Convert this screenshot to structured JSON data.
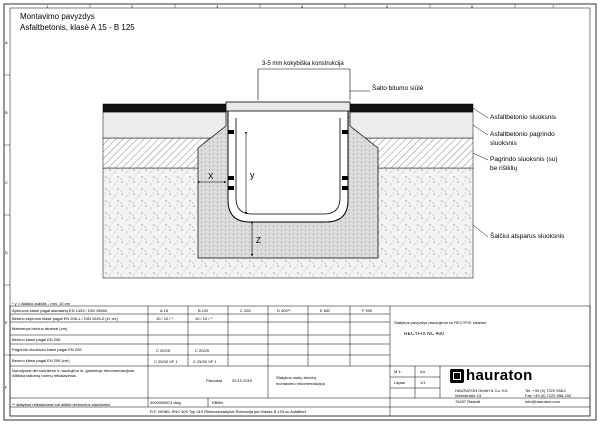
{
  "title": {
    "line1": "Montavimo pavyzdys",
    "line2": "Asfaltbetonis, klasė A 15 - B 125"
  },
  "annotations": {
    "construction": "3-5 mm kokybiška konstrukcija",
    "seam": "Šalto bitumo siūlė",
    "asphalt_layer": "Asfaltbetonio sluoksnis",
    "asphalt_base_1": "Asfaltbetonio pagrindo",
    "asphalt_base_2": "sluoksnis",
    "base_1": "Pagrindo sluoksnis (su)",
    "base_2": "be rišiklių",
    "frost_layer": "Šalčiui atsparus sluoksnis"
  },
  "dimensions": {
    "x": "X",
    "y": "y",
    "z": "Z"
  },
  "border_marks": {
    "top": [
      "1",
      "2",
      "3",
      "4",
      "5",
      "6",
      "7"
    ],
    "side": [
      "A",
      "B",
      "C",
      "D",
      "E",
      "F"
    ]
  },
  "title_block": {
    "footnote": "* y = išlaikio aukštis - min. 10 cm",
    "rows": {
      "r1_label": "Apkrovos klasė pagal standartą EN 1433 / DIN 19580",
      "r2_label": "Betono stiprumo klasė pagal EN 206-1 / DIN 1045-2 (žr. ne)",
      "r3_label": "Matmenys betono atramai (cm)",
      "r4_label": "Betono klasė pagal EN 206",
      "r5_label": "Pagrindo sluoksnio klasė pagal EN 206",
      "r6_label": "Betono klasė pagal EN 206 (cm)"
    },
    "classes": [
      "A 15",
      "B 125",
      "C 250",
      "D 400**",
      "E 600",
      "F 900"
    ],
    "r2_values": [
      "10 / 10 / *",
      "10 / 10 / *"
    ],
    "r4_values": [
      "C 20/25",
      "C 20/25"
    ],
    "r5_values": [
      "C 25/30 XF 1",
      "C 25/30 XF 1"
    ],
    "notes_left": "Nurodymai dėl surinkimo ir naudojimo žr. gamintojo rekomendacijose. Atitinka taikomų normų reikalavimus.",
    "notes_bottom": "** statybos reikalavimai turi atitikti techninius standartus",
    "product_caption": "Statybos pavyzdys naudojimui su RECYFIX sistema",
    "product": "RECYFIX NC 400",
    "drawn_label": "Paruošta",
    "drawn_date": "29.10.2019",
    "info_1": "Statybos mažų bendrų",
    "info_2": "montavimo rekomendacijos",
    "code_1": "0000058974 dwg",
    "code_2": "EBBm",
    "bottom_line": "R.F. MOBIL SNC 400 Typ 010 Rinkinas/statybai Šveicarija pal Klasės B 125 su Asfaltbet",
    "scale_label": "M 1:",
    "sheet_label": "Lapas",
    "format_label": "A4",
    "sheet_value": "1/1",
    "brand": "hauraton",
    "address_1": "HAURATON GmbH & Co. KG",
    "address_2": "Werkstraße 13",
    "address_3": "76437 Rastatt",
    "phone": "Tel. +49 (0) 7222 958-0",
    "fax": "Fax +49 (0) 7222 958-100",
    "email": "info@hauraton.com"
  }
}
